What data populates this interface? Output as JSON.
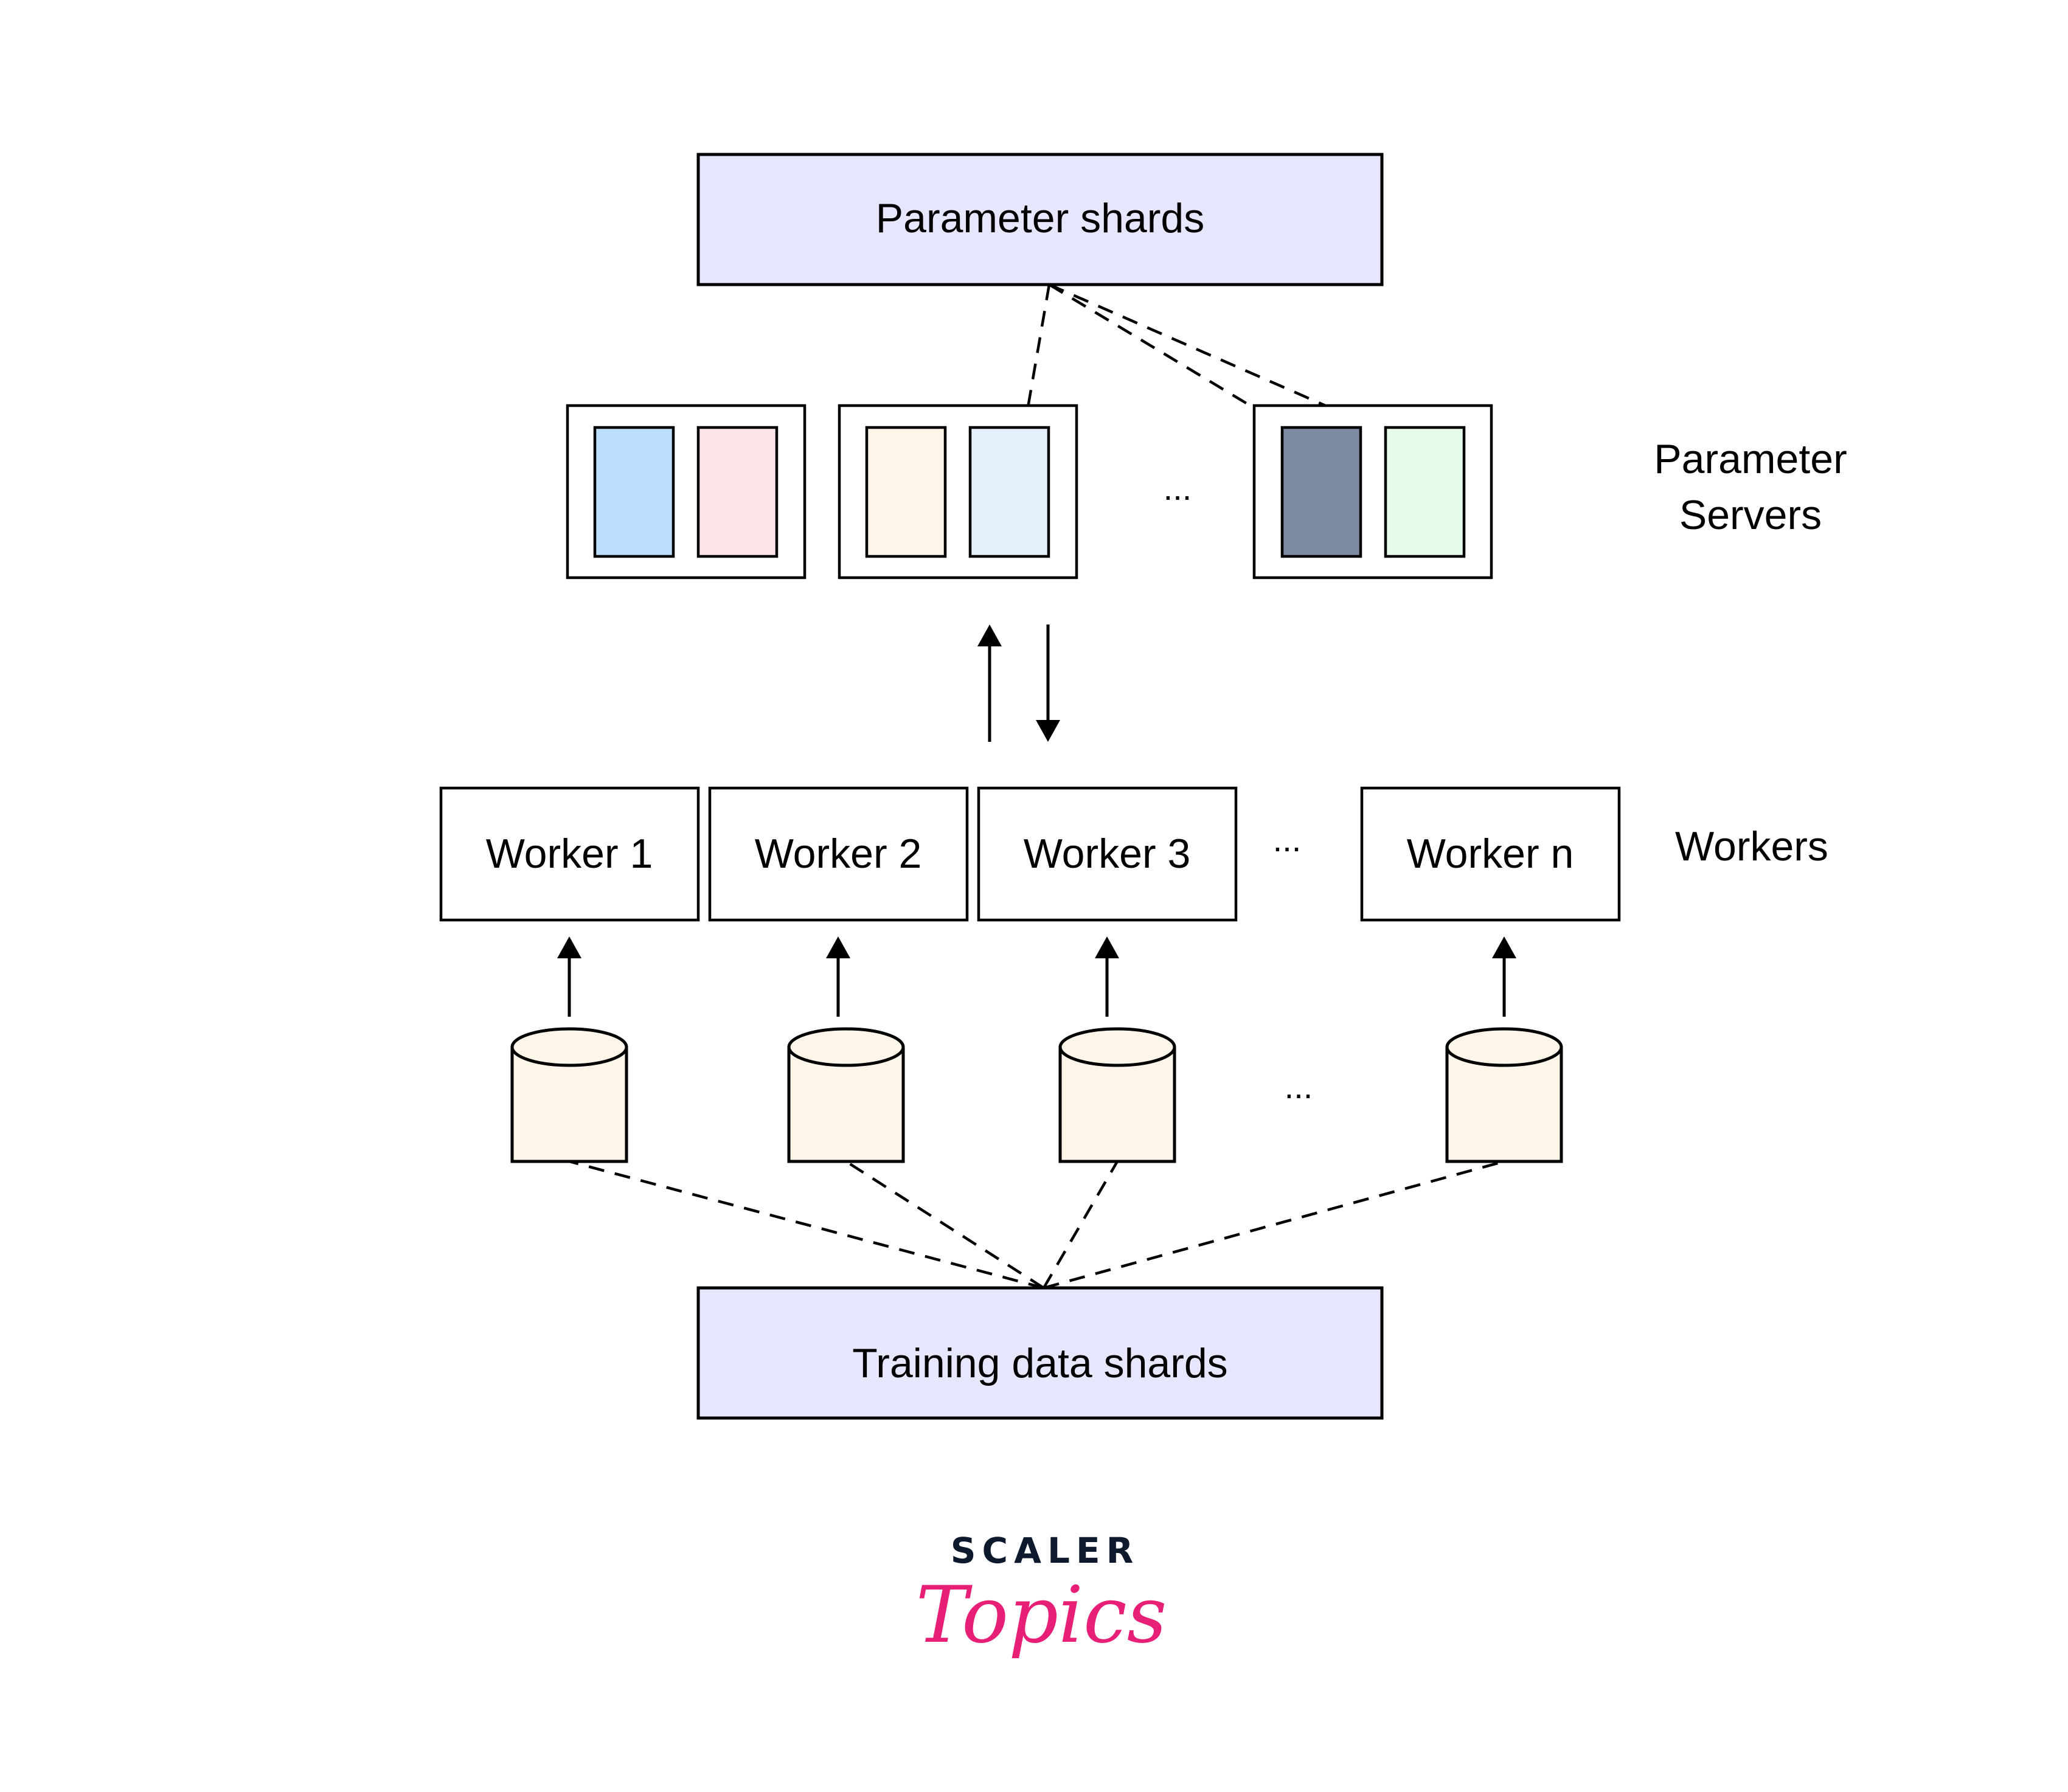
{
  "colors": {
    "box_fill": "#e6e6fd",
    "stroke": "#000000",
    "cylinder_fill": "#fdf5e7",
    "logo_dark": "#0d1a2e",
    "logo_pink": "#e81f76"
  },
  "top_box": {
    "label": "Parameter shards"
  },
  "bottom_box": {
    "label": "Training data shards"
  },
  "parameter_servers": {
    "label_line1": "Parameter",
    "label_line2": "Servers",
    "ellipsis": "...",
    "servers": [
      {
        "shards": [
          {
            "color": "#bbdffc"
          },
          {
            "color": "#fde4e9"
          }
        ]
      },
      {
        "shards": [
          {
            "color": "#fdf5e7"
          },
          {
            "color": "#e4f1fd"
          }
        ]
      },
      {
        "shards": [
          {
            "color": "#7d8ba2"
          },
          {
            "color": "#e5fceb"
          }
        ]
      }
    ]
  },
  "workers": {
    "label": "Workers",
    "ellipsis": "...",
    "items": [
      {
        "label": "Worker 1"
      },
      {
        "label": "Worker 2"
      },
      {
        "label": "Worker 3"
      },
      {
        "label": "Worker n"
      }
    ]
  },
  "data_shards": {
    "ellipsis": "...",
    "count": 4
  },
  "logo": {
    "brand": "SCALER",
    "product": "Topics"
  }
}
